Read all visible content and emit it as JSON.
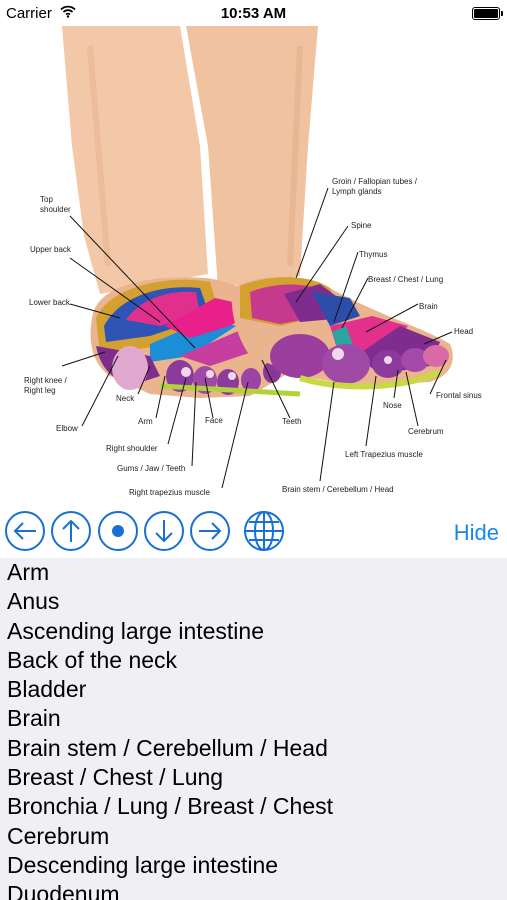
{
  "status_bar": {
    "carrier": "Carrier",
    "time": "10:53 AM"
  },
  "figure": {
    "labels": {
      "top_shoulder_1": "Top",
      "top_shoulder_2": "shoulder",
      "upper_back": "Upper back",
      "lower_back": "Lower back",
      "right_knee_1": "Right knee /",
      "right_knee_2": "Right leg",
      "elbow": "Elbow",
      "neck": "Neck",
      "arm": "Arm",
      "face": "Face",
      "right_shoulder": "Right shoulder",
      "gums": "Gums / Jaw / Teeth",
      "right_trapezius": "Right trapezius muscle",
      "teeth": "Teeth",
      "groin_1": "Groin / Fallopian tubes /",
      "groin_2": "Lymph glands",
      "spine": "Spine",
      "thymus": "Thymus",
      "breast": "Breast / Chest / Lung",
      "brain": "Brain",
      "head": "Head",
      "frontal_sinus": "Frontal sinus",
      "nose": "Nose",
      "cerebrum": "Cerebrum",
      "left_trapezius": "Left Trapezius muscle",
      "brain_stem": "Brain stem / Cerebellum / Head"
    }
  },
  "toolbar": {
    "buttons": [
      "arrow-left",
      "arrow-up",
      "center-dot",
      "arrow-down",
      "arrow-right",
      "globe"
    ],
    "hide_label": "Hide",
    "accent_color": "#1a87f0"
  },
  "list": {
    "items": [
      "Arm",
      "Anus",
      "Ascending large intestine",
      "Back of the neck",
      "Bladder",
      "Brain",
      "Brain stem / Cerebellum / Head",
      "Breast / Chest / Lung",
      "Bronchia / Lung / Breast / Chest",
      "Cerebrum",
      "Descending large intestine",
      "Duodenum"
    ]
  }
}
